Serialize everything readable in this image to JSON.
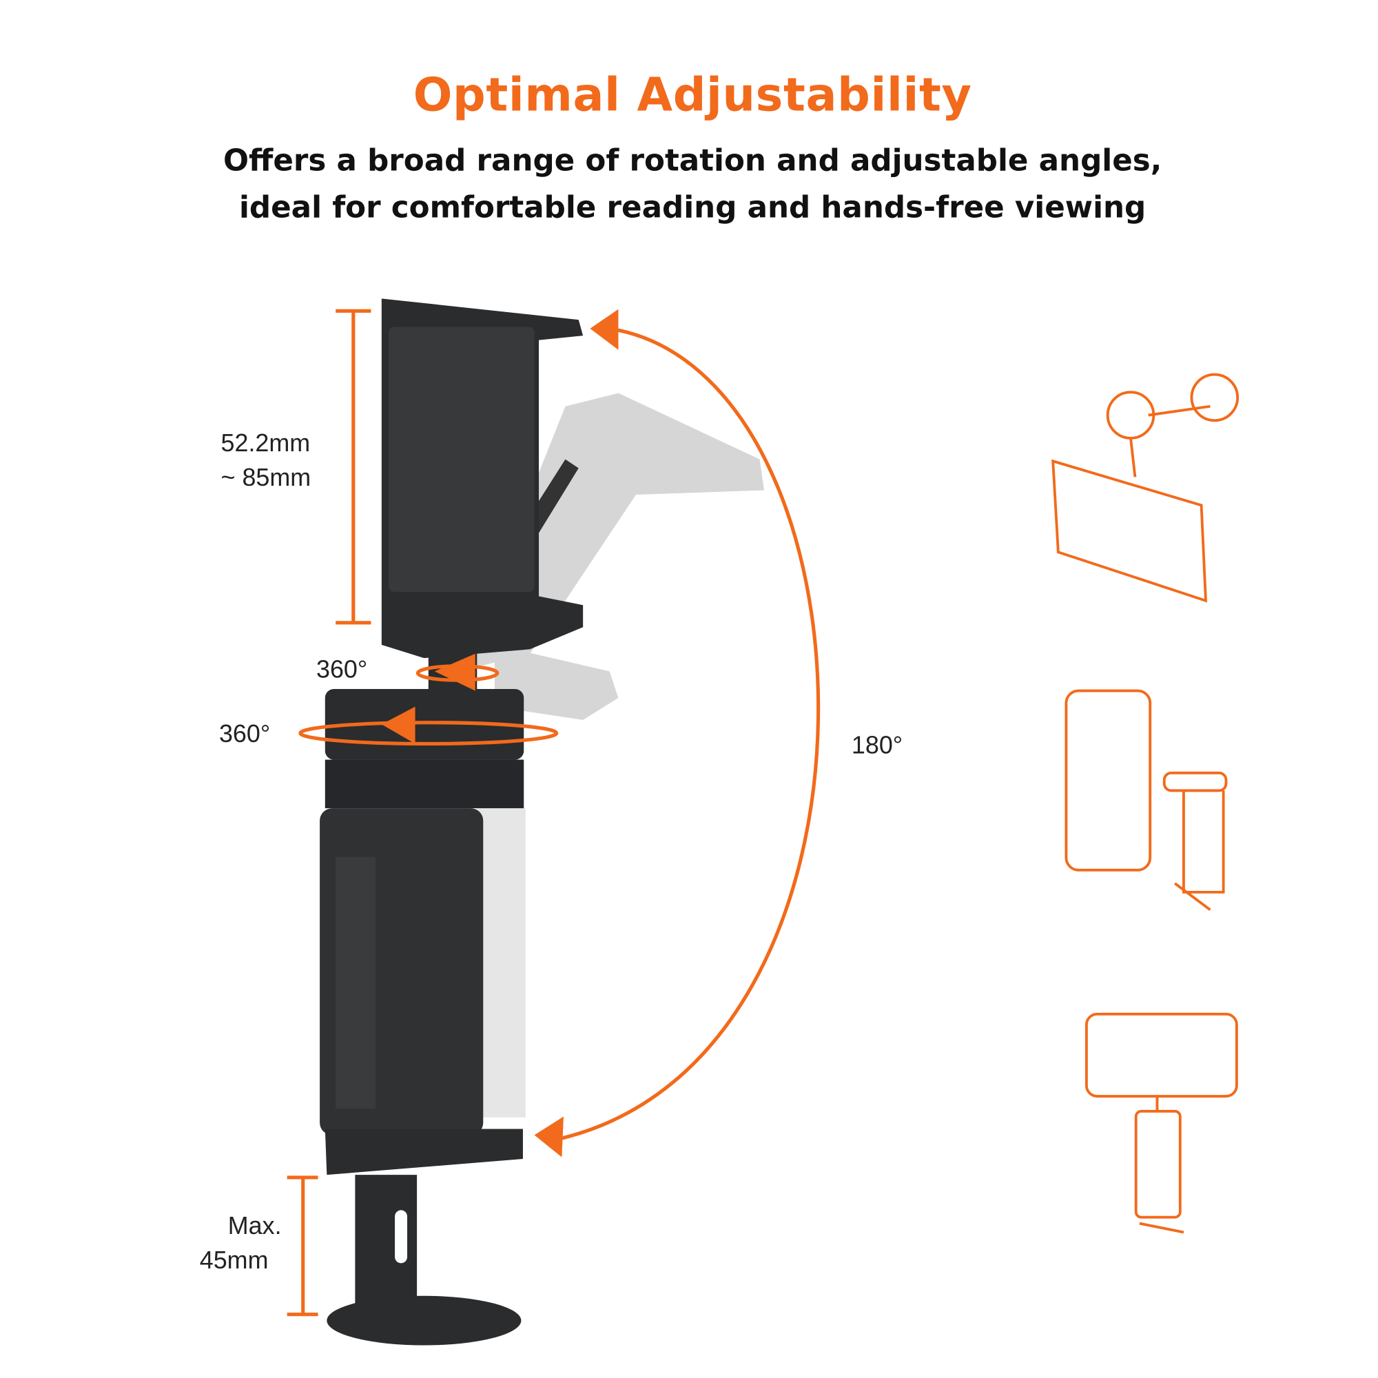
{
  "header": {
    "title": "Optimal Adjustability",
    "subtitle_line1": "Offers a broad range of rotation and adjustable angles,",
    "subtitle_line2": "ideal for comfortable reading and hands-free viewing"
  },
  "labels": {
    "width_range_line1": "52.2mm",
    "width_range_line2": "~ 85mm",
    "rotation_top": "360°",
    "rotation_base": "360°",
    "tilt": "180°",
    "clamp_line1": "Max.",
    "clamp_line2": "45mm"
  },
  "colors": {
    "accent": "#f26a1b",
    "product": "#2b2c2e",
    "ghost": "#c9c9c9"
  },
  "icons": [
    "phone-landscape-mount-illustration",
    "phone-portrait-mount-illustration",
    "phone-landscape-upright-illustration"
  ]
}
